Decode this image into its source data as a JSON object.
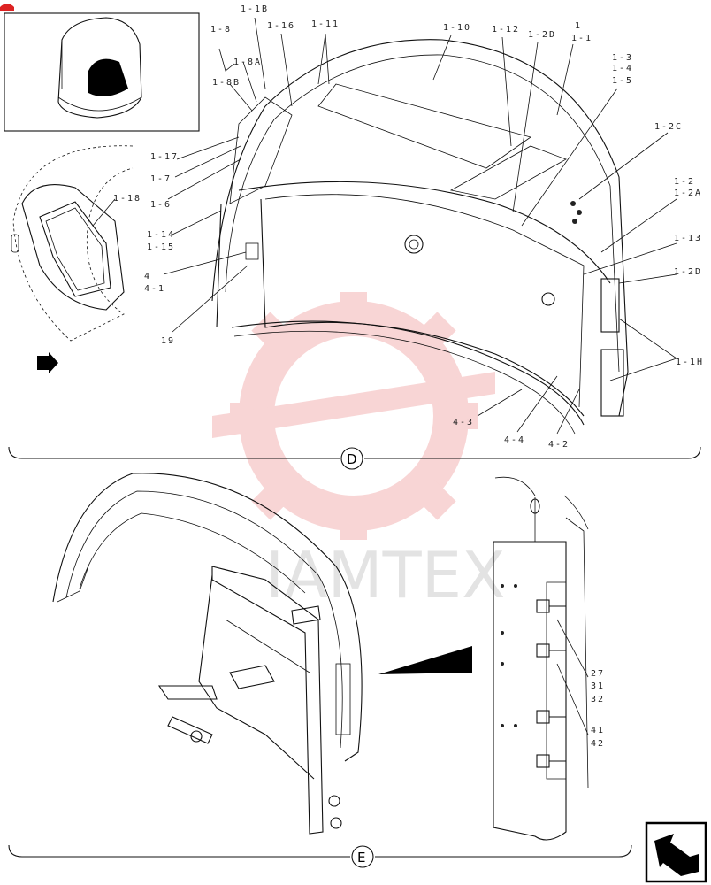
{
  "section_markers": {
    "d": "D",
    "e": "E"
  },
  "watermark_text": "IAMTEX",
  "colors": {
    "watermark_gear": "#f3b3b3",
    "line": "#111111",
    "fill_dark": "#000000"
  },
  "labels": {
    "l_1_1b": "1-1B",
    "l_1_8": "1-8",
    "l_1_8a": "1-8A",
    "l_1_8b": "1-8B",
    "l_1_16": "1-16",
    "l_1_11": "1-11",
    "l_1_10": "1-10",
    "l_1_12": "1-12",
    "l_1_2d_top": "1-2D",
    "l_1": "1",
    "l_1_1": "1-1",
    "l_1_3": "1-3",
    "l_1_4": "1-4",
    "l_1_5": "1-5",
    "l_1_2c": "1-2C",
    "l_1_2": "1-2",
    "l_1_2a": "1-2A",
    "l_1_13": "1-13",
    "l_1_2d_right": "1-2D",
    "l_1_1h": "1-1H",
    "l_1_17": "1-17",
    "l_1_7": "1-7",
    "l_1_6": "1-6",
    "l_1_18": "1-18",
    "l_1_14": "1-14",
    "l_1_15": "1-15",
    "l_4": "4",
    "l_4_1": "4-1",
    "l_19": "19",
    "l_4_3": "4-3",
    "l_4_4": "4-4",
    "l_4_2": "4-2",
    "l_27": "27",
    "l_31": "31",
    "l_32": "32",
    "l_41": "41",
    "l_42": "42"
  }
}
